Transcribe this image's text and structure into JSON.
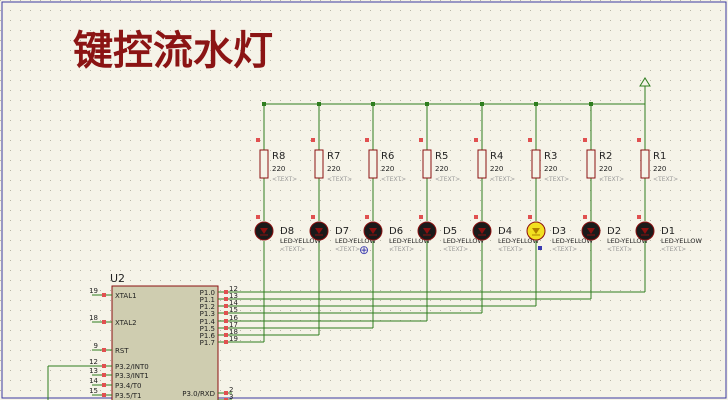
{
  "title": "键控流水灯",
  "resistors": [
    {
      "ref": "R8",
      "value": "220",
      "text": "<TEXT>"
    },
    {
      "ref": "R7",
      "value": "220",
      "text": "<TEXT>"
    },
    {
      "ref": "R6",
      "value": "220",
      "text": "<TEXT>"
    },
    {
      "ref": "R5",
      "value": "220",
      "text": "<TEXT>"
    },
    {
      "ref": "R4",
      "value": "220",
      "text": "<TEXT>"
    },
    {
      "ref": "R3",
      "value": "220",
      "text": "<TEXT>"
    },
    {
      "ref": "R2",
      "value": "220",
      "text": "<TEXT>"
    },
    {
      "ref": "R1",
      "value": "220",
      "text": "<TEXT>"
    }
  ],
  "leds": [
    {
      "ref": "D8",
      "type": "LED-YELLOW",
      "text": "<TEXT>",
      "lit": false
    },
    {
      "ref": "D7",
      "type": "LED-YELLOW",
      "text": "<TEXT>",
      "lit": false
    },
    {
      "ref": "D6",
      "type": "LED-YELLOW",
      "text": "<TEXT>",
      "lit": false
    },
    {
      "ref": "D5",
      "type": "LED-YELLOW",
      "text": "<TEXT>",
      "lit": false
    },
    {
      "ref": "D4",
      "type": "LED-YELLOW",
      "text": "<TEXT>",
      "lit": false
    },
    {
      "ref": "D3",
      "type": "LED-YELLOW",
      "text": "<TEXT>",
      "lit": true
    },
    {
      "ref": "D2",
      "type": "LED-YELLOW",
      "text": "<TEXT>",
      "lit": false
    },
    {
      "ref": "D1",
      "type": "LED-YELLOW",
      "text": "<TEXT>",
      "lit": false
    }
  ],
  "chip": {
    "ref": "U2",
    "left_pins": [
      {
        "num": "19",
        "name": "XTAL1"
      },
      {
        "num": "18",
        "name": "XTAL2"
      },
      {
        "num": "9",
        "name": "RST"
      },
      {
        "num": "12",
        "name": "P3.2/INT0"
      },
      {
        "num": "13",
        "name": "P3.3/INT1"
      },
      {
        "num": "14",
        "name": "P3.4/T0"
      },
      {
        "num": "15",
        "name": "P3.5/T1"
      }
    ],
    "right_pins": [
      {
        "num": "12",
        "name": "P1.0"
      },
      {
        "num": "13",
        "name": "P1.1"
      },
      {
        "num": "14",
        "name": "P1.2"
      },
      {
        "num": "15",
        "name": "P1.3"
      },
      {
        "num": "16",
        "name": "P1.4"
      },
      {
        "num": "17",
        "name": "P1.5"
      },
      {
        "num": "18",
        "name": "P1.6"
      },
      {
        "num": "19",
        "name": "P1.7"
      },
      {
        "num": "2",
        "name": "P3.0/RXD"
      },
      {
        "num": "3",
        "name": ""
      }
    ]
  },
  "colors": {
    "background": "#f5f3e8",
    "wire": "#2e7d1e",
    "component": "#8b1010",
    "chip_fill": "#cfcdb0",
    "led_lit": "#f2e020",
    "title": "#8b1414",
    "label": "#222222",
    "ghost_text": "#999999"
  }
}
